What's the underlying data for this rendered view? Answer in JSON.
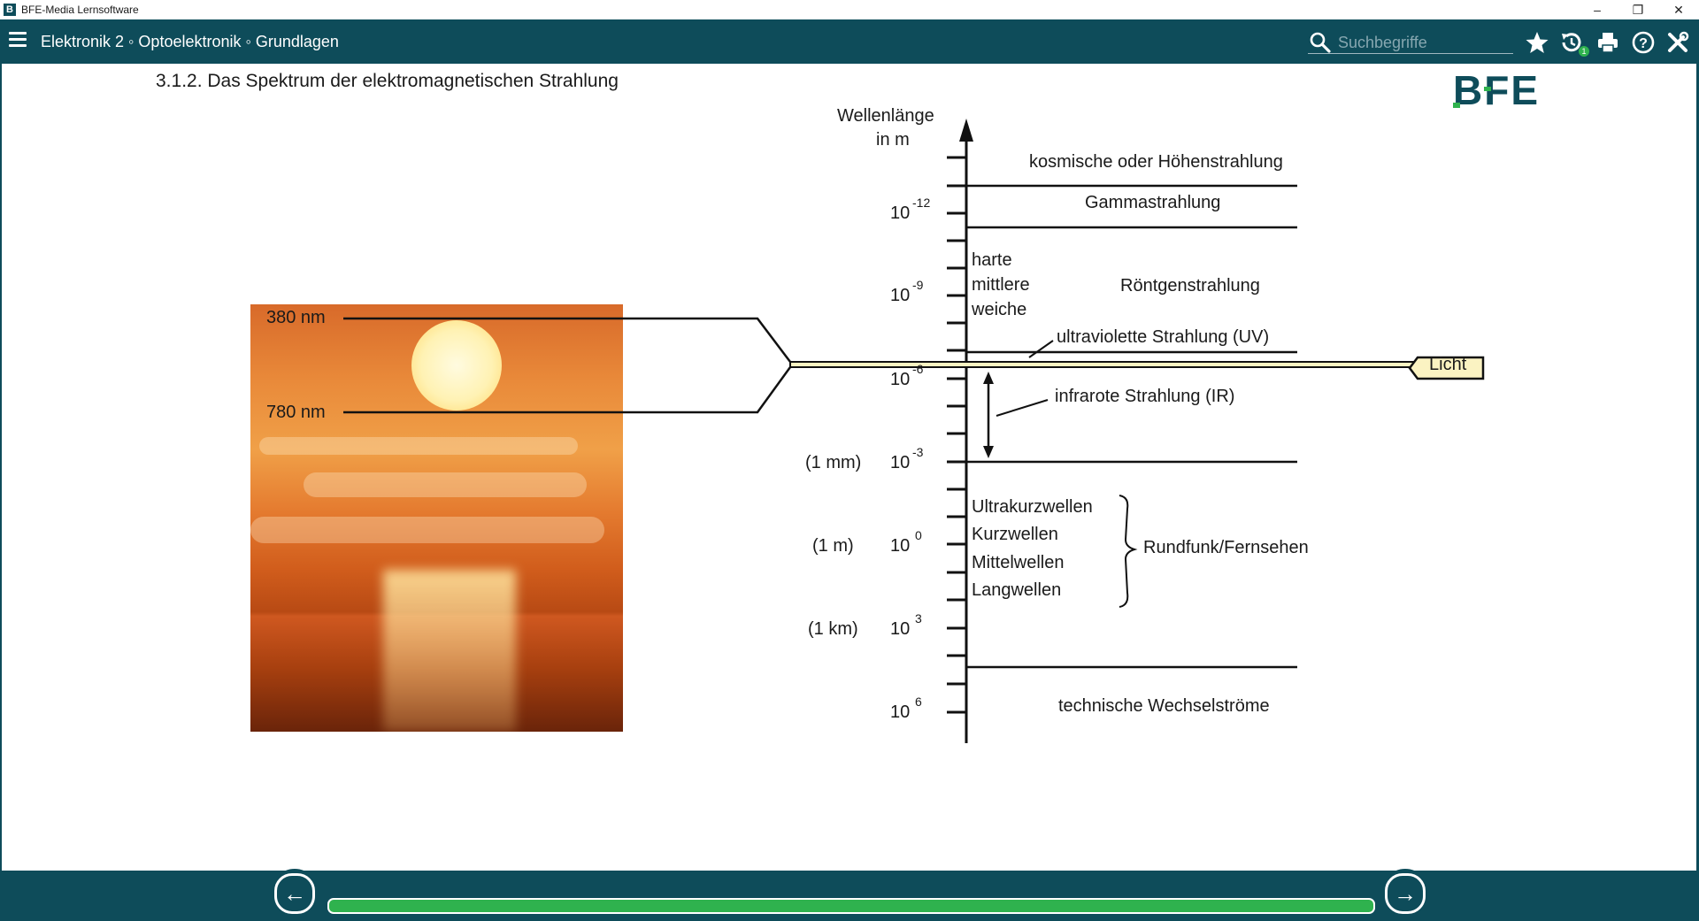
{
  "window": {
    "title": "BFE-Media Lernsoftware",
    "app_icon": "B",
    "minimize": "–",
    "restore": "❐",
    "close": "✕"
  },
  "toolbar": {
    "breadcrumb": "Elektronik 2 ◦ Optoelektronik ◦ Grundlagen",
    "search_placeholder": "Suchbegriffe",
    "badge_count": "1",
    "icons": [
      "menu-icon",
      "search-icon",
      "star-icon",
      "history-icon",
      "print-icon",
      "help-icon",
      "tools-icon"
    ]
  },
  "page": {
    "title": "3.1.2. Das Spektrum der elektromagnetischen Strahlung",
    "logo": "BFE"
  },
  "photo": {
    "label_380": "380 nm",
    "label_780": "780 nm"
  },
  "axis": {
    "title_line1": "Wellenlänge",
    "title_line2": "in m",
    "ticks": [
      {
        "base": "10",
        "exp": "-12",
        "unit": ""
      },
      {
        "base": "10",
        "exp": "-9",
        "unit": ""
      },
      {
        "base": "10",
        "exp": "-6",
        "unit": ""
      },
      {
        "base": "10",
        "exp": "-3",
        "unit": "(1 mm)"
      },
      {
        "base": "10",
        "exp": "0",
        "unit": "(1 m)"
      },
      {
        "base": "10",
        "exp": "3",
        "unit": "(1 km)"
      },
      {
        "base": "10",
        "exp": "6",
        "unit": ""
      }
    ]
  },
  "bands": {
    "cosmic": "kosmische oder Höhenstrahlung",
    "gamma": "Gammastrahlung",
    "xray_hard": "harte",
    "xray_medium": "mittlere",
    "xray_soft": "weiche",
    "xray": "Röntgenstrahlung",
    "uv": "ultraviolette Strahlung (UV)",
    "light": "Licht",
    "ir": "infrarote Strahlung (IR)",
    "ukw": "Ultrakurzwellen",
    "kw": "Kurzwellen",
    "mw": "Mittelwellen",
    "lw": "Langwellen",
    "broadcast": "Rundfunk/Fernsehen",
    "ac": "technische Wechselströme"
  },
  "nav": {
    "back": "←",
    "forward": "→",
    "progress": 1.0
  },
  "colors": {
    "brand": "#0e4c5a",
    "accent": "#2fb24e",
    "light_label_bg": "#fbf3c2"
  }
}
